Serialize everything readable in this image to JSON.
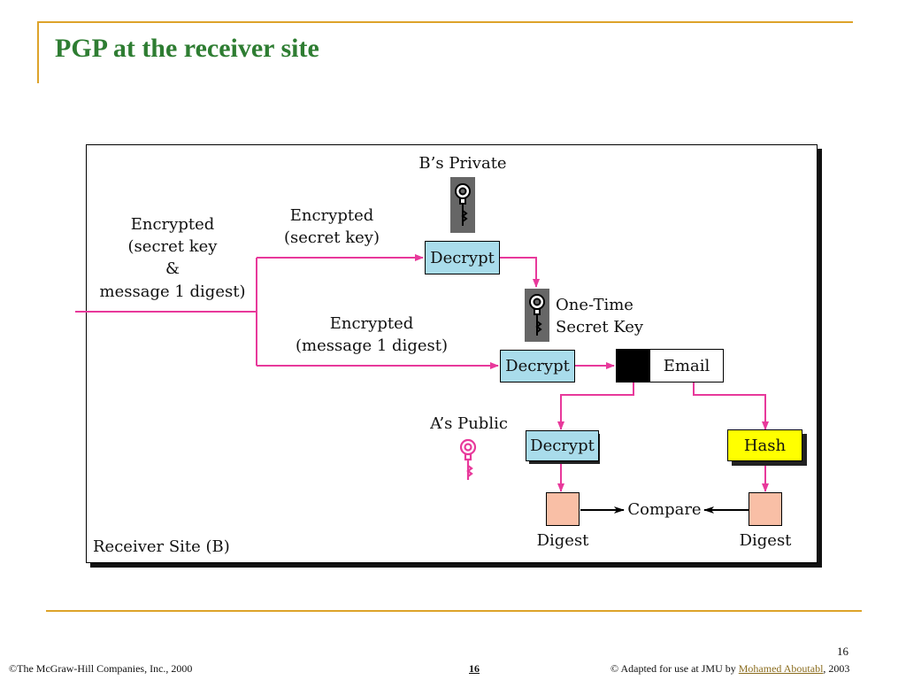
{
  "slide": {
    "title": "PGP at the receiver site",
    "number": "16"
  },
  "diagram": {
    "input_label": {
      "line1": "Encrypted",
      "line2": "(secret key",
      "line3": "&",
      "line4": "message 1 digest)"
    },
    "upper_branch_label": {
      "line1": "Encrypted",
      "line2": "(secret key)"
    },
    "lower_branch_label": {
      "line1": "Encrypted",
      "line2": "(message 1 digest)"
    },
    "b_private_label": "B’s Private",
    "one_time_label": {
      "line1": "One-Time",
      "line2": "Secret Key"
    },
    "a_public_label": "A’s Public",
    "decrypt_top": "Decrypt",
    "decrypt_middle": "Decrypt",
    "decrypt_digest": "Decrypt",
    "hash_label": "Hash",
    "email_label": "Email",
    "compare_label": "Compare",
    "digest_left": "Digest",
    "digest_right": "Digest",
    "site_label": "Receiver Site (B)",
    "colors": {
      "arrow": "#E8399B",
      "decrypt_fill": "#A9DCEB",
      "hash_fill": "#FFFF00",
      "digest_fill": "#F9BFA6",
      "public_key": "#E8399B",
      "private_key_bg": "#666666"
    }
  },
  "footer": {
    "left": "©The McGraw-Hill Companies, Inc., 2000",
    "middle": "16",
    "right_prefix": "© Adapted for use at JMU by ",
    "right_link": "Mohamed Aboutabl",
    "right_suffix": ", 2003"
  }
}
